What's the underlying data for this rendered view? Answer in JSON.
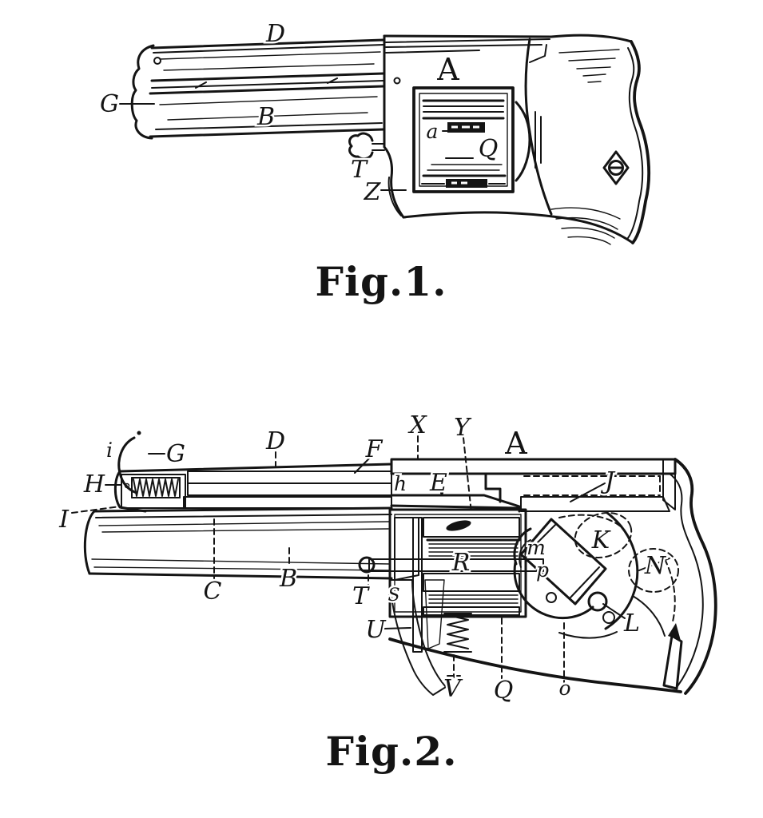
{
  "page": {
    "background": "#ffffff",
    "ink": "#141414"
  },
  "figure1": {
    "caption": "Fig.1.",
    "labels": {
      "D": "D",
      "G": "G",
      "B": "B",
      "A": "A",
      "a": "a",
      "Q": "Q",
      "T": "T",
      "Z": "Z"
    }
  },
  "figure2": {
    "caption": "Fig.2.",
    "labels": {
      "i": "i",
      "G": "G",
      "H": "H",
      "I": "I",
      "D": "D",
      "F": "F",
      "X": "X",
      "Y": "Y",
      "A": "A",
      "h": "h",
      "E": "E",
      "J": "J",
      "C": "C",
      "B": "B",
      "T": "T",
      "S": "S",
      "U": "U",
      "R": "R",
      "m": "m",
      "p": "p",
      "K": "K",
      "N": "N",
      "L": "L",
      "V": "V",
      "Q": "Q",
      "o": "o"
    }
  }
}
